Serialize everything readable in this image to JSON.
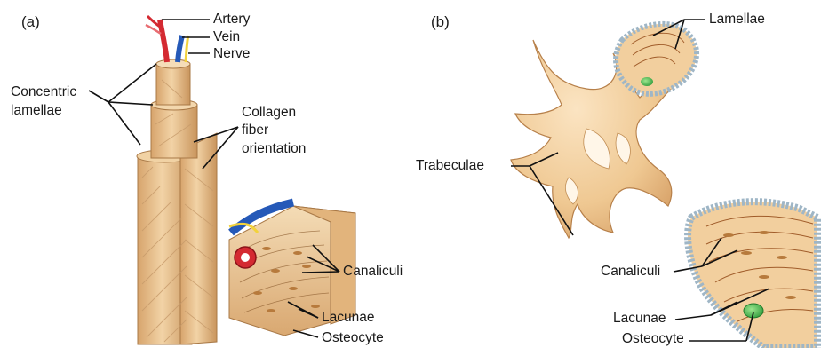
{
  "panel_a": {
    "letter": "(a)",
    "labels": {
      "artery": "Artery",
      "vein": "Vein",
      "nerve": "Nerve",
      "concentric_1": "Concentric",
      "concentric_2": "lamellae",
      "collagen_1": "Collagen",
      "collagen_2": "fiber",
      "collagen_3": "orientation",
      "canaliculi": "Canaliculi",
      "lacunae": "Lacunae",
      "osteocyte": "Osteocyte"
    }
  },
  "panel_b": {
    "letter": "(b)",
    "labels": {
      "lamellae": "Lamellae",
      "trabeculae": "Trabeculae",
      "canaliculi": "Canaliculi",
      "lacunae": "Lacunae",
      "osteocyte": "Osteocyte"
    }
  },
  "colors": {
    "bone": "#e8c08c",
    "bone_light": "#f3d7ad",
    "bone_dark": "#c9955d",
    "artery": "#d42a32",
    "vein": "#2559b8",
    "nerve": "#f2d23c",
    "osteocyte": "#3fb24a",
    "periosteum": "#9fb6c6"
  }
}
